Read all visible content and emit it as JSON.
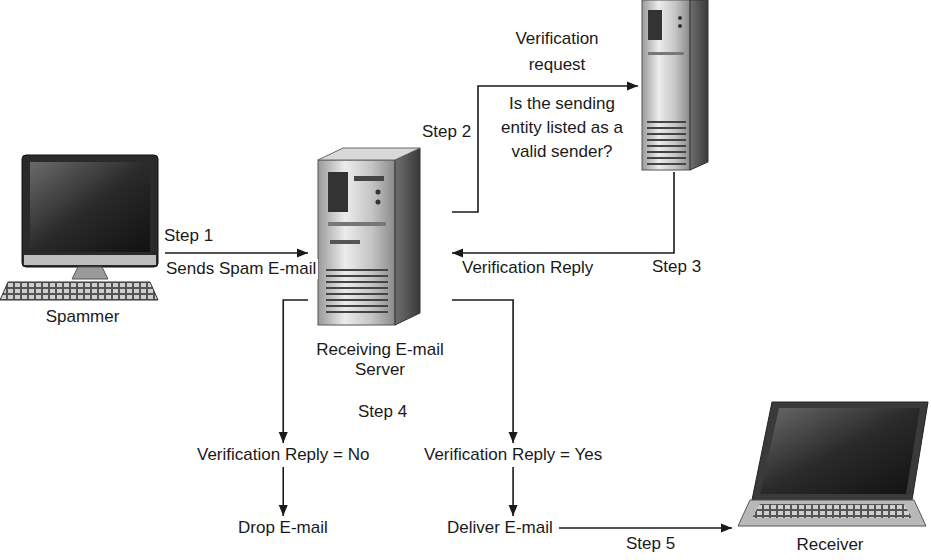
{
  "diagram": {
    "nodes": [
      {
        "text": [
          "Spammer"
        ]
      },
      {
        "text": [
          "Receiving E-mail Server"
        ]
      },
      {
        "text": [
          "Verification request",
          "Is the sending entity listed as a valid sender?"
        ]
      },
      {
        "text": [
          "Verification Reply = No"
        ]
      },
      {
        "text": [
          "Verification Reply = Yes"
        ]
      },
      {
        "text": [
          "Drop E-mail"
        ]
      },
      {
        "text": [
          "Deliver E-mail"
        ]
      },
      {
        "text": [
          "Receiver"
        ]
      }
    ],
    "edges": [
      {
        "from": 0,
        "to": 1,
        "arrow": "to",
        "label": "Sends Spam E-mail"
      },
      {
        "from": 1,
        "to": 2,
        "arrow": "to"
      },
      {
        "from": 2,
        "to": 1,
        "arrow": "to",
        "label": "Verification Reply"
      },
      {
        "from": 1,
        "to": 3,
        "arrow": "to"
      },
      {
        "from": 1,
        "to": 4,
        "arrow": "to"
      },
      {
        "from": 3,
        "to": 5,
        "arrow": "to"
      },
      {
        "from": 4,
        "to": 6,
        "arrow": "to"
      },
      {
        "from": 6,
        "to": 7,
        "arrow": "to"
      }
    ],
    "labels": [
      "Step 1",
      "Step 2",
      "Step 3",
      "Step 4",
      "Step 5"
    ]
  }
}
